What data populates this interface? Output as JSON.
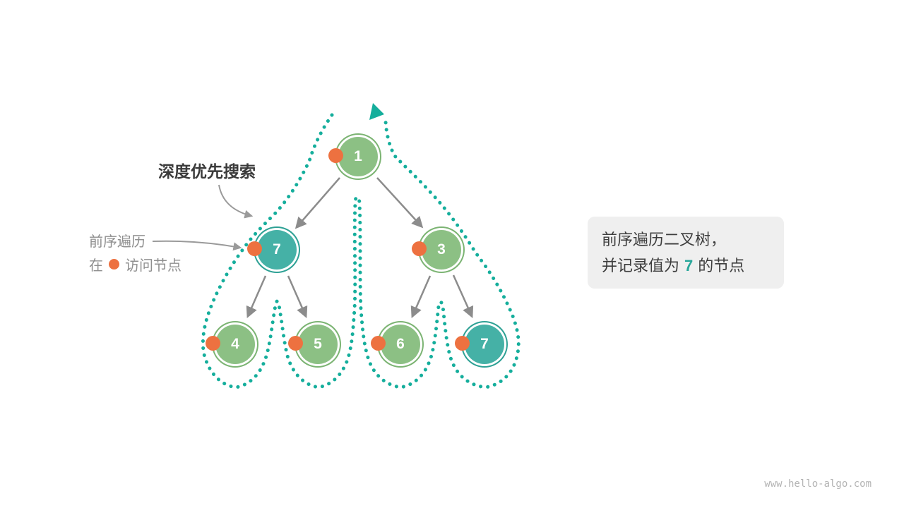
{
  "page": {
    "watermark": "www.hello-algo.com"
  },
  "annotations": {
    "dfs_label": "深度优先搜索",
    "preorder_label": "前序遍历",
    "visit_prefix": "在",
    "visit_suffix": "访问节点"
  },
  "callout": {
    "line1": "前序遍历二叉树，",
    "line2_prefix": "并记录值为",
    "line2_highlight": "7",
    "line2_suffix": "的节点"
  },
  "tree": {
    "nodes": [
      {
        "value": "1",
        "variant": "green"
      },
      {
        "value": "7",
        "variant": "teal"
      },
      {
        "value": "3",
        "variant": "green"
      },
      {
        "value": "4",
        "variant": "green"
      },
      {
        "value": "5",
        "variant": "green"
      },
      {
        "value": "6",
        "variant": "green"
      },
      {
        "value": "7",
        "variant": "teal"
      }
    ],
    "edges": [
      [
        0,
        1
      ],
      [
        0,
        2
      ],
      [
        1,
        3
      ],
      [
        1,
        4
      ],
      [
        2,
        5
      ],
      [
        2,
        6
      ]
    ]
  },
  "colors": {
    "node_green": "#8CC084",
    "node_teal": "#45B1A6",
    "visit_dot_orange": "#ED7140",
    "traversal_path_teal": "#15AE9C",
    "arrow_gray": "#8C8C8C",
    "highlight_teal": "#29A79B"
  }
}
